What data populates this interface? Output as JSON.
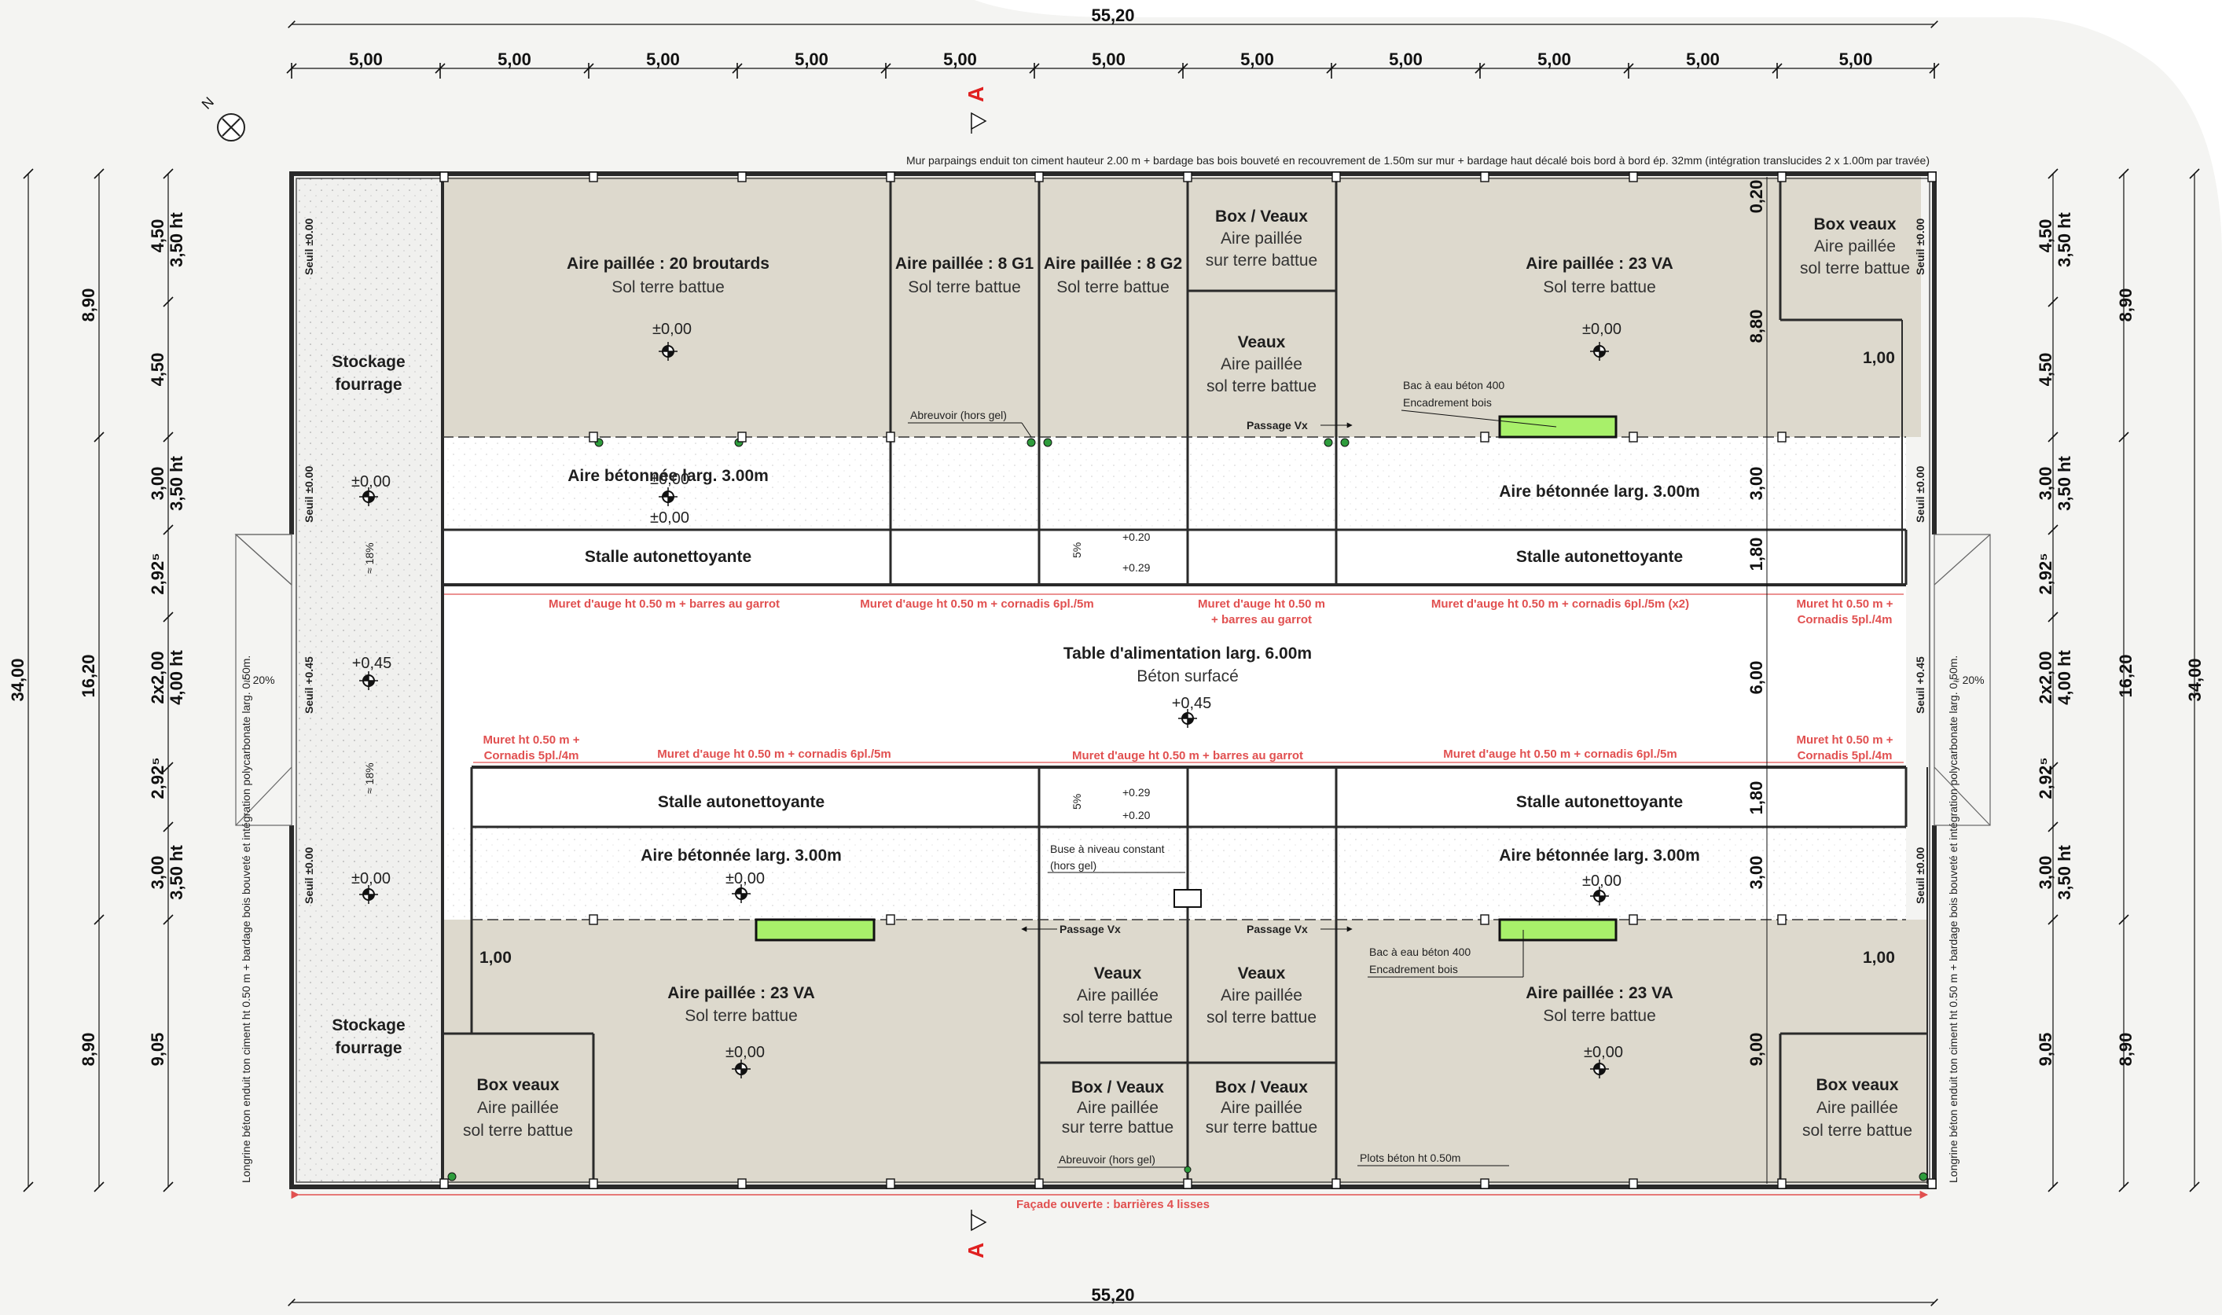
{
  "dimensions": {
    "overall_width": "55,20",
    "bay": "5,00",
    "overall_depth": "34,00",
    "side_depth_top": "8,90",
    "side_depth_mid": "16,20",
    "side_depth_bottom": "8,90",
    "left_chain": [
      "4,50",
      "4,50",
      "3,00",
      "2,92⁵",
      "2x2,00",
      "2,92⁵",
      "3,00",
      "9,05"
    ],
    "left_heights": [
      "3,50 ht",
      "3,50 ht",
      "4,00 ht",
      "3,50 ht"
    ],
    "inner_chain": [
      "0,20",
      "8,80",
      "3,00",
      "1,80",
      "6,00",
      "1,80",
      "3,00",
      "9,00"
    ]
  },
  "section": {
    "label": "A"
  },
  "north": "N",
  "wall_note": "Mur parpaings enduit ton ciment hauteur 2.00 m + bardage bas bois bouveté en recouvrement de 1.50m sur mur + bardage haut décalé bois bord à bord ép. 32mm (intégration translucides 2 x 1.00m par travée)",
  "side_note": "Longrine béton enduit ton ciment ht 0.50 m + bardage bois bouveté et intégration polycarbonate larg. 0.50m.",
  "facade": "Façade ouverte : barrières 4 lisses",
  "table": {
    "title": "Table d'alimentation larg. 6.00m",
    "sub": "Béton surfacé",
    "level": "+0,45"
  },
  "zones": {
    "z1": {
      "title": "Aire paillée : 20 broutards",
      "sub": "Sol terre battue",
      "level": "±0,00"
    },
    "z2": {
      "title": "Aire paillée : 8 G1",
      "sub": "Sol terre battue"
    },
    "z3": {
      "title": "Aire paillée : 8 G2",
      "sub": "Sol terre battue"
    },
    "z4": {
      "title": "Box / Veaux",
      "sub1": "Aire paillée",
      "sub2": "sur terre battue"
    },
    "z5": {
      "title": "Veaux",
      "sub1": "Aire paillée",
      "sub2": "sol terre battue"
    },
    "z6": {
      "title": "Aire paillée : 23 VA",
      "sub": "Sol terre battue",
      "level": "±0,00"
    },
    "z7": {
      "title": "Box veaux",
      "sub1": "Aire paillée",
      "sub2": "sol terre battue"
    },
    "z8": {
      "title": "Aire paillée : 23 VA",
      "sub": "Sol terre battue",
      "level": "±0,00"
    },
    "z9": {
      "title": "Box veaux",
      "sub1": "Aire paillée",
      "sub2": "sol terre battue"
    },
    "z10": {
      "title": "Veaux",
      "sub1": "Aire paillée",
      "sub2": "sol terre battue"
    },
    "z11": {
      "title": "Veaux",
      "sub1": "Aire paillée",
      "sub2": "sol terre battue"
    },
    "z12": {
      "title": "Box / Veaux",
      "sub1": "Aire paillée",
      "sub2": "sur terre battue"
    },
    "z13": {
      "title": "Box / Veaux",
      "sub1": "Aire paillée",
      "sub2": "sur terre battue"
    },
    "z14": {
      "title": "Aire paillée : 23 VA",
      "sub": "Sol terre battue",
      "level": "±0,00"
    },
    "z15": {
      "title": "Box veaux",
      "sub1": "Aire paillée",
      "sub2": "sol terre battue"
    }
  },
  "concrete": {
    "tl": {
      "title": "Aire bétonnée larg. 3.00m",
      "level": "±0,00"
    },
    "tr": {
      "title": "Aire bétonnée larg. 3.00m"
    },
    "bl": {
      "title": "Aire bétonnée larg. 3.00m",
      "level": "±0,00"
    },
    "br": {
      "title": "Aire bétonnée larg. 3.00m",
      "level": "±0,00"
    }
  },
  "stalle": "Stalle autonettoyante",
  "stockage": {
    "l1": "Stockage",
    "l2": "fourrage"
  },
  "seuils": {
    "zero": "Seuil ±0.00",
    "plus": "Seuil +0.45"
  },
  "levels": {
    "zero": "±0,00",
    "plus": "+0,45",
    "p020": "+0.20",
    "p029": "+0.29",
    "slope5": "5%",
    "slope18": "≈ 18%",
    "slope20": "≈ 20%",
    "d100": "1,00"
  },
  "annotations": {
    "abreuvoir": "Abreuvoir (hors gel)",
    "bac1": "Bac à eau béton 400",
    "bac2": "Encadrement bois",
    "passage": "Passage Vx",
    "buse1": "Buse à niveau constant",
    "buse2": "(hors gel)",
    "plots": "Plots béton ht 0.50m"
  },
  "murets": {
    "m1": "Muret d'auge ht 0.50 m + barres au garrot",
    "m2": "Muret d'auge ht 0.50 m + cornadis 6pl./5m",
    "m3a": "Muret d'auge ht 0.50 m",
    "m3b": "+ barres au garrot",
    "m4": "Muret d'auge ht 0.50 m + cornadis 6pl./5m (x2)",
    "m5a": "Muret ht 0.50 m +",
    "m5b": "Cornadis 5pl./4m",
    "m6a": "Muret ht 0.50 m +",
    "m6b": "Cornadis 5pl./4m",
    "m7": "Muret d'auge ht 0.50 m + cornadis 6pl./5m",
    "m8": "Muret d'auge ht 0.50 m + barres au garrot",
    "m9": "Muret d'auge ht 0.50 m + cornadis 6pl./5m",
    "m10a": "Muret ht 0.50 m +",
    "m10b": "Cornadis 5pl./4m"
  },
  "colors": {
    "straw": "#ddd9cd",
    "concrete": "#ffffff",
    "stock": "#f0f0ee",
    "wall": "#2a2a2a",
    "red": "#e15050",
    "trough": "#a8f06a",
    "section": "#e02020"
  }
}
